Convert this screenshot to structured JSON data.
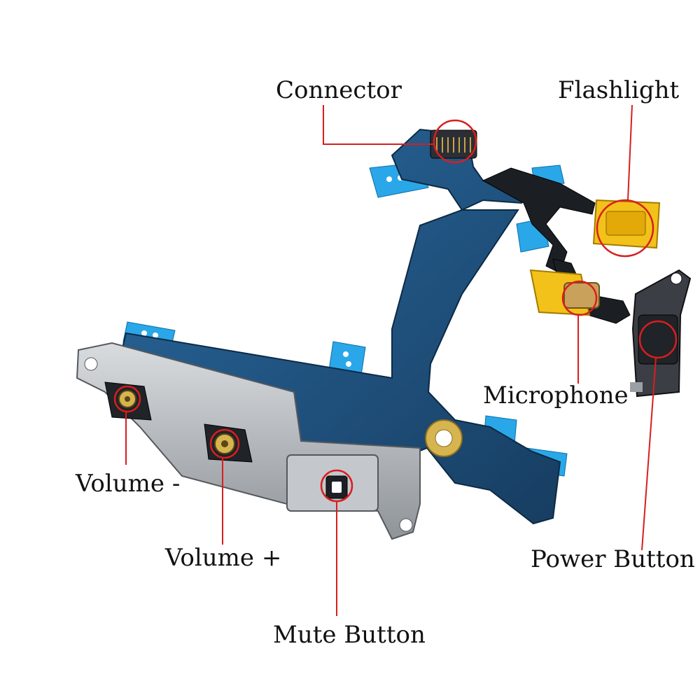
{
  "labels": {
    "connector": "Connector",
    "flashlight": "Flashlight",
    "microphone": "Microphone",
    "volume_minus": "Volume -",
    "volume_plus": "Volume +",
    "mute_button": "Mute Button",
    "power_button": "Power Button"
  },
  "colors": {
    "leader_line": "#d81e1e",
    "flex_cable": "#1f4f7a",
    "adhesive_tab": "#2aa7e8",
    "bracket_metal": "#b9bdc2",
    "stiffener_yellow": "#f2c21a",
    "microphone_gold": "#c9a15a"
  }
}
